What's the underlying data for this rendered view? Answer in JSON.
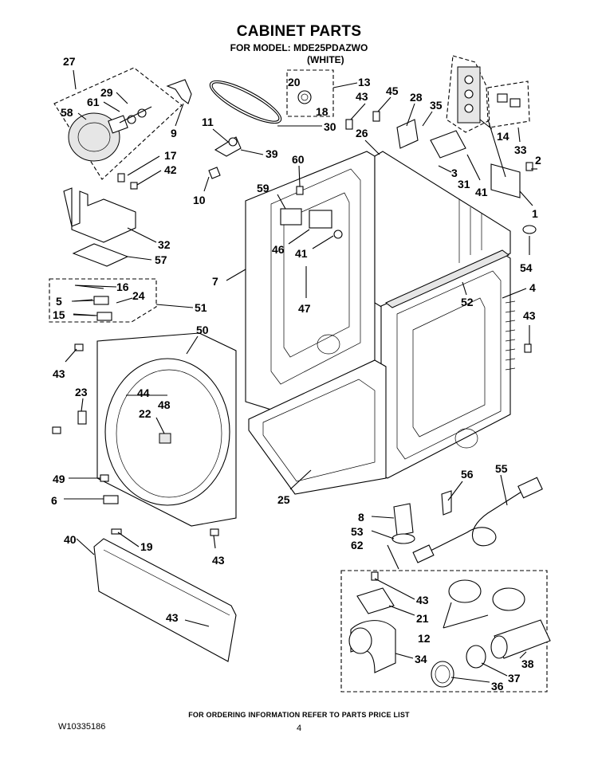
{
  "header": {
    "title": "CABINET PARTS",
    "subtitle_line1": "FOR MODEL: MDE25PDAZWO",
    "subtitle_line2": "(WHITE)"
  },
  "footer": {
    "ordering_note": "FOR ORDERING INFORMATION REFER TO PARTS PRICE LIST",
    "document_number": "W10335186",
    "page_number": "4"
  },
  "callouts": [
    "27",
    "29",
    "61",
    "58",
    "9",
    "17",
    "42",
    "32",
    "57",
    "13",
    "20",
    "18",
    "30",
    "11",
    "39",
    "10",
    "43",
    "45",
    "28",
    "35",
    "26",
    "3",
    "31",
    "41",
    "14",
    "33",
    "2",
    "1",
    "54",
    "60",
    "59",
    "46",
    "41",
    "47",
    "7",
    "52",
    "4",
    "43",
    "16",
    "5",
    "24",
    "15",
    "51",
    "50",
    "43",
    "23",
    "44",
    "48",
    "22",
    "49",
    "6",
    "40",
    "19",
    "43",
    "43",
    "25",
    "56",
    "55",
    "8",
    "53",
    "62",
    "43",
    "21",
    "12",
    "34",
    "38",
    "37",
    "36"
  ]
}
